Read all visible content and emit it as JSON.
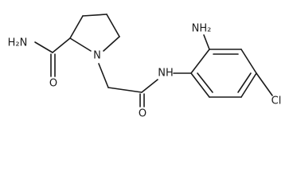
{
  "atoms": {
    "amide_nh2": "H₂N",
    "aryl_nh2": "NH₂",
    "ring_n": "N",
    "amide_nh": "NH",
    "carbonyl_o_1": "O",
    "carbonyl_o_2": "O",
    "chloro": "Cl"
  },
  "colors": {
    "bond": "#1a1a1a",
    "label": "#1a1a1a",
    "background": "#ffffff"
  }
}
